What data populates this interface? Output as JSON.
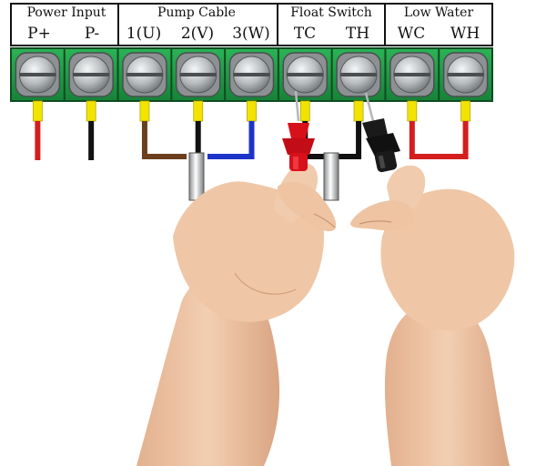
{
  "groups": [
    {
      "label": "Power Input"
    },
    {
      "label": "Pump Cable"
    },
    {
      "label": "Float Switch"
    },
    {
      "label": "Low Water"
    }
  ],
  "terminals": [
    {
      "label": "P+"
    },
    {
      "label": "P-"
    },
    {
      "label": "1(U)"
    },
    {
      "label": "2(V)"
    },
    {
      "label": "3(W)"
    },
    {
      "label": "TC"
    },
    {
      "label": "TH"
    },
    {
      "label": "WC"
    },
    {
      "label": "WH"
    }
  ],
  "colors": {
    "terminal_block": "#22a24a",
    "screw": "#b9bdbf",
    "ferrule": "#f2e400",
    "wire_red": "#d41e1e",
    "wire_black": "#111111",
    "wire_brown": "#6b3e1e",
    "wire_blue": "#1d34c9",
    "probe_red": "#d8101a",
    "probe_black": "#1a1a1a",
    "skin": "#efc7a6"
  },
  "probes": [
    {
      "name": "red-probe",
      "terminal": "TC"
    },
    {
      "name": "black-probe",
      "terminal": "TH"
    }
  ]
}
